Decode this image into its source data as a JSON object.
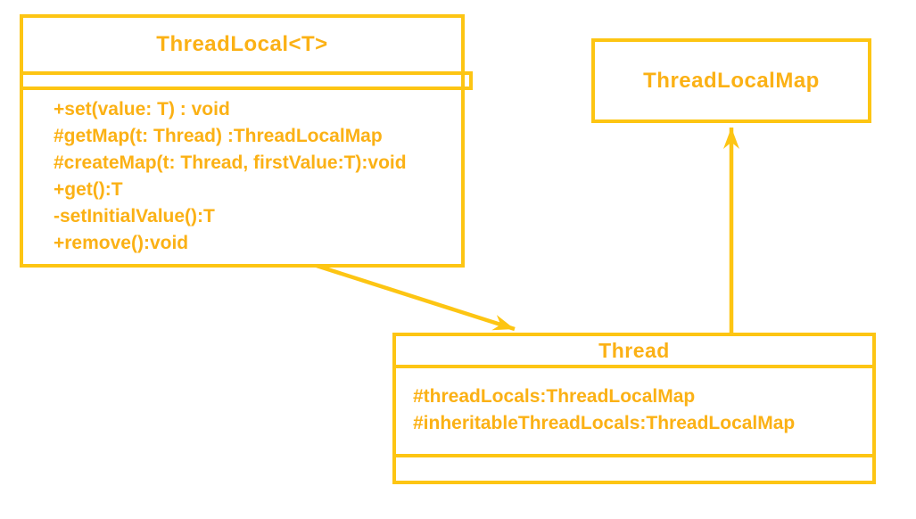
{
  "colors": {
    "accent_border": "#FDC513",
    "accent_text": "#FBB115",
    "background": "#FFFFFF"
  },
  "diagram": {
    "type": "uml-class-diagram",
    "classes": {
      "threadLocal": {
        "name": "ThreadLocal<T>",
        "fields": [],
        "methods": [
          "+set(value: T) : void",
          "#getMap(t: Thread) :ThreadLocalMap",
          "#createMap(t: Thread, firstValue:T):void",
          "+get():T",
          "-setInitialValue():T",
          "+remove():void"
        ]
      },
      "threadLocalMap": {
        "name": "ThreadLocalMap"
      },
      "thread": {
        "name": "Thread",
        "fields": [
          "#threadLocals:ThreadLocalMap",
          "#inheritableThreadLocals:ThreadLocalMap"
        ],
        "methods": []
      }
    },
    "relations": [
      {
        "from": "ThreadLocal<T>",
        "to": "Thread",
        "line": "solid",
        "head": "open-filled-arrow"
      },
      {
        "from": "Thread",
        "to": "ThreadLocalMap",
        "line": "solid",
        "head": "open-filled-arrow"
      }
    ]
  }
}
